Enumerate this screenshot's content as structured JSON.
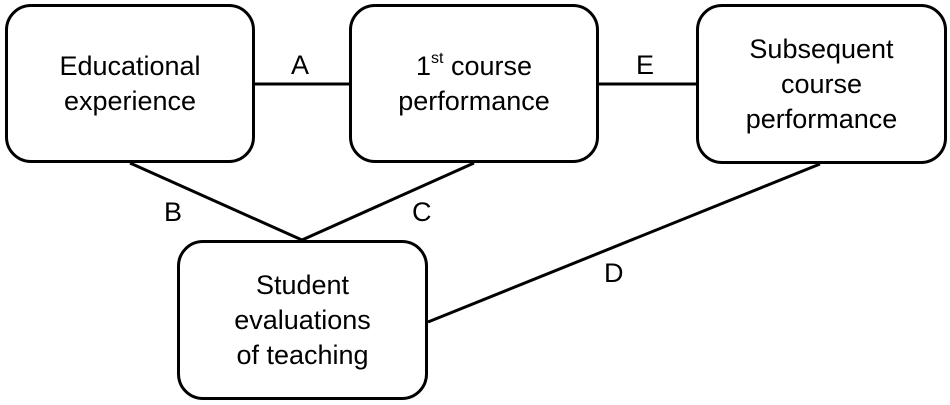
{
  "nodes": {
    "educational": {
      "lines": [
        "Educational",
        "experience"
      ]
    },
    "first_course": {
      "ordinal": "1",
      "ordinal_suffix": "st",
      "line1_rest": " course",
      "line2": "performance"
    },
    "subsequent": {
      "lines": [
        "Subsequent",
        "course",
        "performance"
      ]
    },
    "student": {
      "lines": [
        "Student",
        "evaluations",
        "of teaching"
      ]
    }
  },
  "edges": {
    "a": "A",
    "b": "B",
    "c": "C",
    "d": "D",
    "e": "E"
  },
  "colors": {
    "stroke": "#000000",
    "background": "#ffffff"
  }
}
